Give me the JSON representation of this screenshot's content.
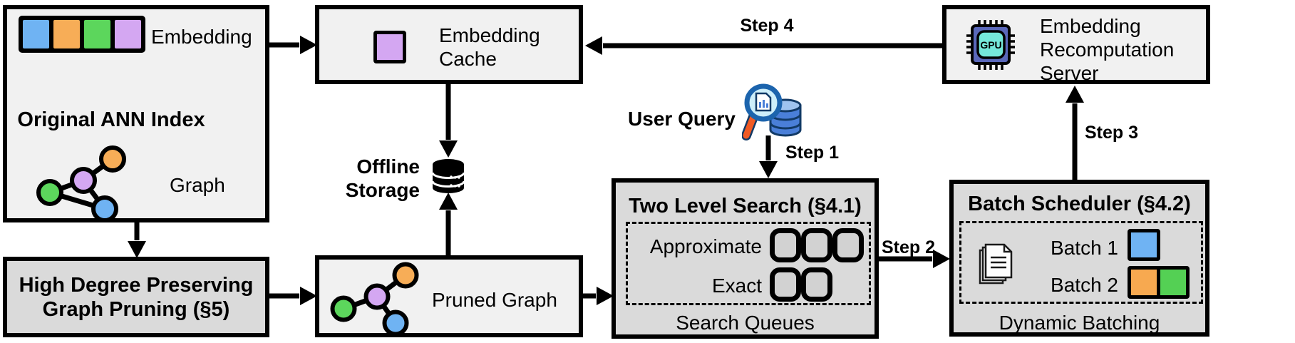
{
  "figure": {
    "ann_index": {
      "embedding_label": "Embedding",
      "title": "Original ANN Index",
      "graph_label": "Graph"
    },
    "embedding_cache": {
      "title": "Embedding Cache"
    },
    "offline_storage": {
      "label": "Offline Storage"
    },
    "user_query": {
      "label": "User Query"
    },
    "recomputation_server": {
      "title": "Embedding Recomputation Server",
      "gpu_label": "GPU"
    },
    "high_degree_pruning": {
      "title": "High Degree Preserving Graph Pruning (§5)"
    },
    "pruned_graph": {
      "label": "Pruned Graph"
    },
    "two_level_search": {
      "title": "Two Level Search (§4.1)",
      "approximate_label": "Approximate",
      "exact_label": "Exact",
      "caption": "Search Queues",
      "approximate_queue_count": 3,
      "exact_queue_count": 2
    },
    "batch_scheduler": {
      "title": "Batch Scheduler (§4.2)",
      "batch1_label": "Batch 1",
      "batch2_label": "Batch 2",
      "caption": "Dynamic Batching",
      "batch1_colors": [
        "blue"
      ],
      "batch2_colors": [
        "orange",
        "green"
      ]
    },
    "steps": {
      "step1": "Step 1",
      "step2": "Step 2",
      "step3": "Step 3",
      "step4": "Step 4"
    },
    "colors": {
      "embedding_blue": "#6fb3f3",
      "embedding_orange": "#f7a950",
      "embedding_green": "#5cd65c",
      "embedding_purple": "#d4a7f2",
      "box_light": "#f1f1f1",
      "box_dark": "#dadada",
      "queue_fill": "#d2d2d2",
      "gpu_body": "#5a68ba",
      "gpu_core": "#75e8da",
      "magnifier_rim": "#1c64ad",
      "magnifier_lens": "#cdeef9",
      "magnifier_handle": "#f05a24",
      "database_blue": "#4a7fd8"
    },
    "icons": [
      "embedding-strip-icon",
      "graph-icon",
      "cache-square-icon",
      "database-icon",
      "query-magnifier-icon",
      "gpu-chip-icon",
      "pruned-graph-icon",
      "documents-icon"
    ]
  }
}
